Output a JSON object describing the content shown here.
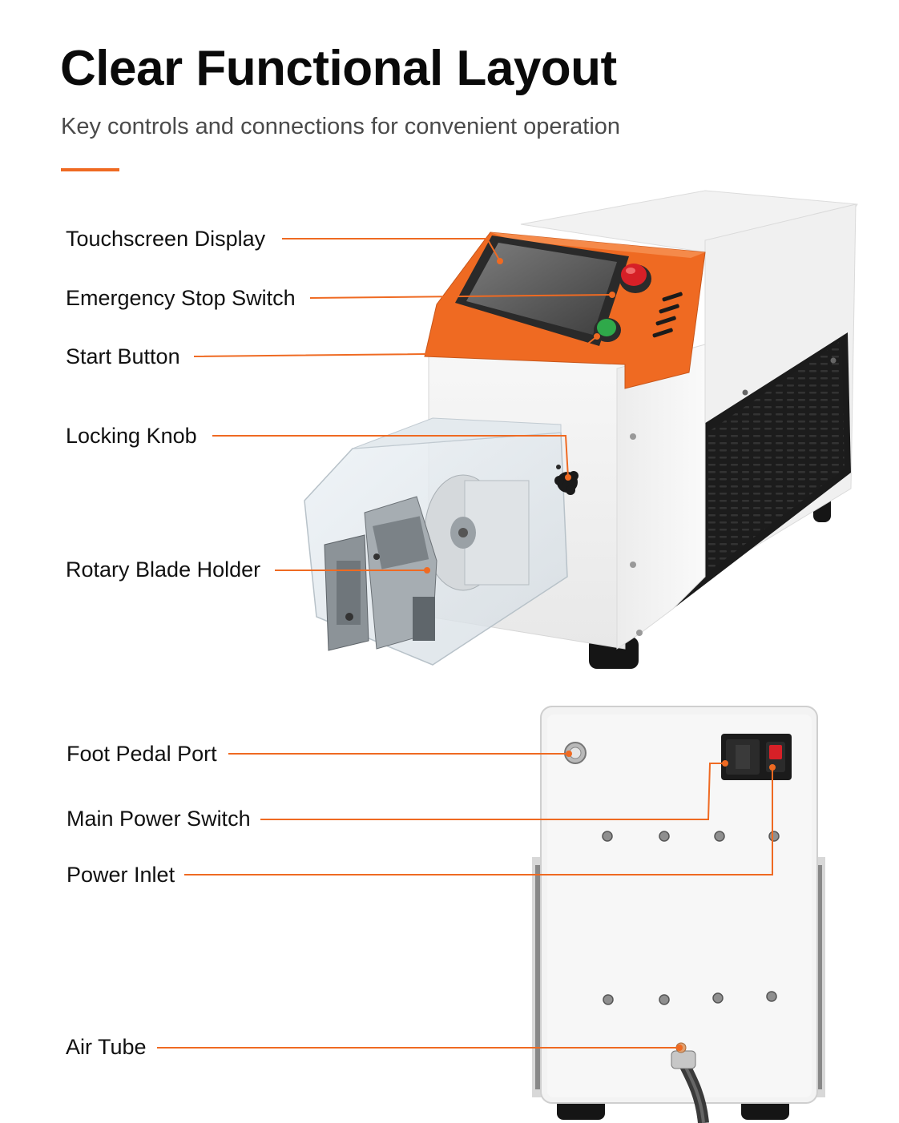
{
  "header": {
    "title": "Clear Functional Layout",
    "subtitle": "Key controls and connections for convenient operation"
  },
  "callouts": {
    "touchscreen": "Touchscreen Display",
    "estop": "Emergency Stop Switch",
    "start": "Start Button",
    "knob": "Locking Knob",
    "blade": "Rotary Blade Holder",
    "pedal": "Foot Pedal Port",
    "power_switch": "Main Power Switch",
    "inlet": "Power Inlet",
    "air": "Air Tube"
  },
  "colors": {
    "accent": "#ef6a22",
    "estop": "#d62027",
    "start": "#2fa94a",
    "body": "#f4f4f4",
    "vent": "#1a1a1a"
  }
}
